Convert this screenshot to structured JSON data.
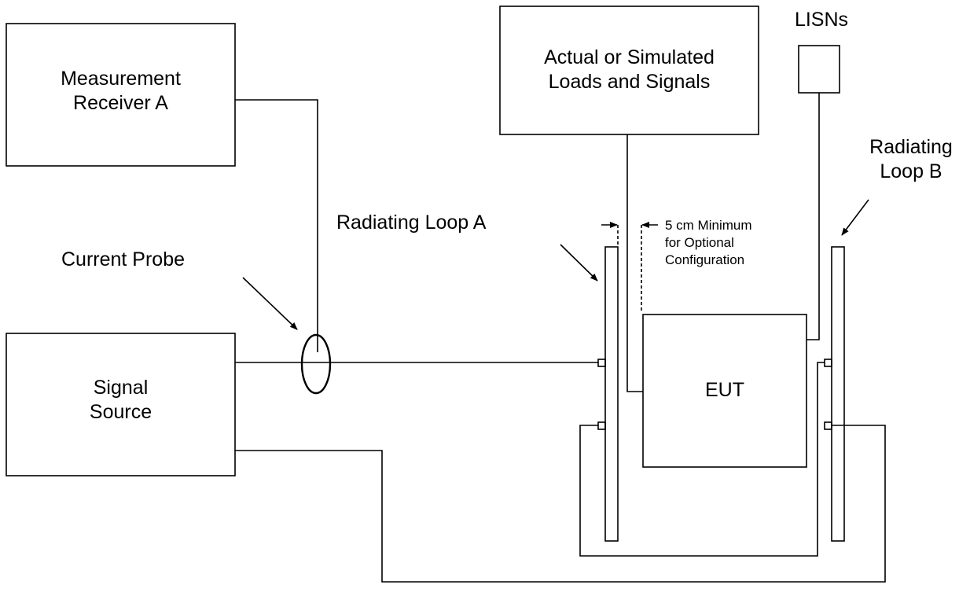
{
  "diagram": {
    "stroke_color": "#000000",
    "boxes": {
      "measurement_receiver": {
        "line1": "Measurement",
        "line2": "Receiver A"
      },
      "signal_source": {
        "line1": "Signal",
        "line2": "Source"
      },
      "loads_signals": {
        "line1": "Actual or Simulated",
        "line2": "Loads and Signals"
      },
      "lisns": {
        "label": "LISNs"
      },
      "eut": {
        "label": "EUT"
      }
    },
    "labels": {
      "current_probe": "Current Probe",
      "radiating_loop_a": "Radiating Loop A",
      "radiating_loop_b_line1": "Radiating",
      "radiating_loop_b_line2": "Loop B",
      "spacing_line1": "5 cm Minimum",
      "spacing_line2": "for Optional",
      "spacing_line3": "Configuration"
    }
  }
}
